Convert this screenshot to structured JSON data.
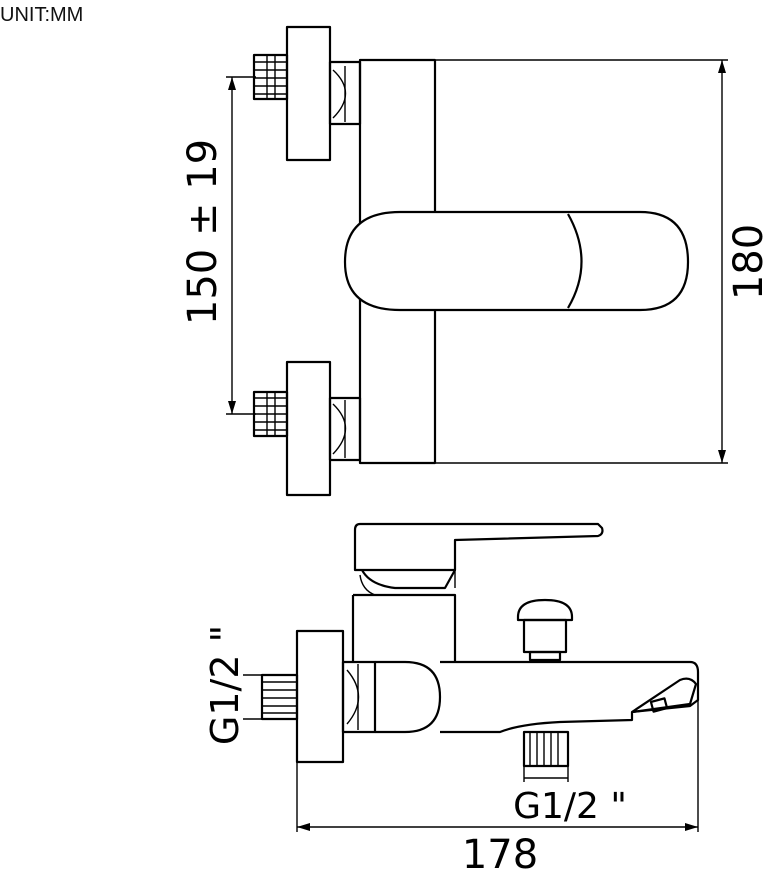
{
  "unit_label": "UNIT:MM",
  "dimensions": {
    "center_distance": "150 ± 19",
    "height": "180",
    "side_inlet_thread": "G1/2 \"",
    "bottom_outlet_thread": "G1/2 \"",
    "depth": "178"
  },
  "colors": {
    "line": "#000000",
    "background": "#ffffff"
  }
}
